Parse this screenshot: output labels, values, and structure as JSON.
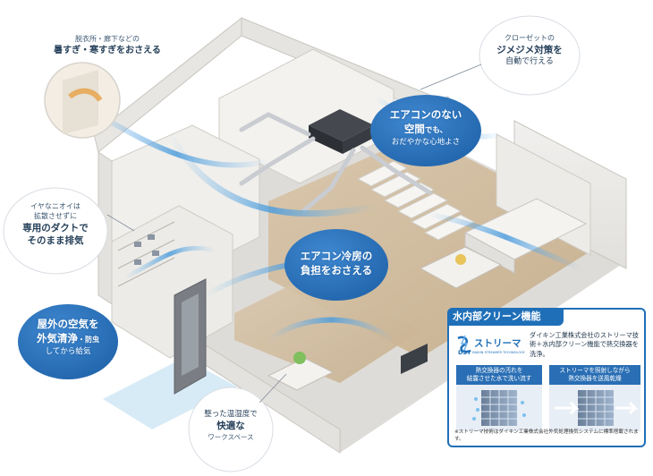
{
  "callouts": {
    "hallway": {
      "line1": "脱衣所・廊下などの",
      "line2": "暑すぎ・寒すぎをおさえる"
    },
    "closet": {
      "line1": "クローゼットの",
      "line2": "ジメジメ対策を",
      "line3": "自動で行える"
    },
    "odor": {
      "line1": "イヤなニオイは",
      "line2": "拡散させずに",
      "line3": "専用のダクトで",
      "line4": "そのまま排気"
    },
    "fresh_air": {
      "line1": "屋外の空気を",
      "line2a": "外気清浄",
      "line2b": "・防虫",
      "line3": "してから給気"
    },
    "workspace": {
      "line1": "整った温湿度で",
      "line2": "快適な",
      "line3": "ワークスペース"
    }
  },
  "bubbles": {
    "no_ac": {
      "line1": "エアコンのない",
      "line2a": "空間",
      "line2b": "でも、",
      "line3": "おだやかな心地よさ"
    },
    "cooling": {
      "line1": "エアコン冷房の",
      "line2": "負担をおさえる"
    }
  },
  "panel": {
    "title": "水内部クリーン機能",
    "logo_text": "ストリーマ",
    "logo_sub": "DST",
    "logo_caption": "DAIKIN STREAMER TECHNOLOGY",
    "description": "ダイキン工業株式会社のストリーマ技術＋水内部クリーン機能で熱交換器を洗浄。",
    "box1": {
      "line1": "熱交換器の汚れを",
      "line2": "結露させた水で洗い流す"
    },
    "box2": {
      "line1": "ストリーマを照射しながら",
      "line2": "熱交換器を送風乾燥"
    },
    "footnote": "※ストリーマ技術はダイキン工業株式会社外気処理換気システムに標準搭載されます。"
  },
  "colors": {
    "accent_blue": "#1f6fb8",
    "airflow_blue": "#4f9ddc",
    "wall": "#e9e7e3",
    "floor_wood": "#cdb89c",
    "text_navy": "#26405a"
  }
}
